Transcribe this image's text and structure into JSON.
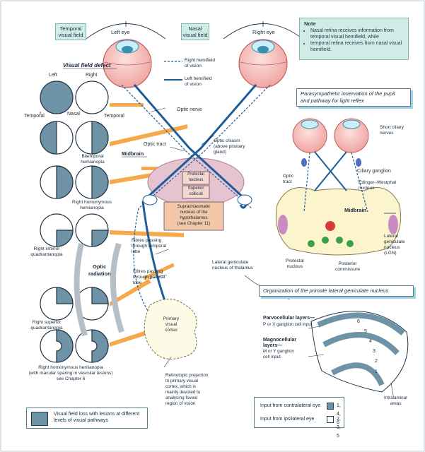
{
  "fields": {
    "temporal": "Temporal\nvisual field",
    "nasal": "Nasal\nvisual field"
  },
  "eyes": {
    "left": "Left eye",
    "right": "Right eye"
  },
  "note": {
    "heading": "Note",
    "items": [
      "Nasal retina receives information from temporal visual hemifield, while",
      "temporal retina receives from nasal visual hemifield."
    ]
  },
  "hemifield_legend": {
    "right": "Right hemifield\nof vision",
    "left": "Left hemifield\nof vision"
  },
  "defects": {
    "title": "Visual field defect",
    "left": "Left",
    "right": "Right",
    "temporal_l": "Temporal",
    "nasal": "Nasal",
    "temporal_r": "Temporal",
    "bitemporal": "Bitemporal\nhemianopia",
    "homonymous": "Right homonymous\nhemianopia",
    "inferior": "Right inferior\nquadrantanopia",
    "superior": "Right superior\nquadrantanopia",
    "macular": "Right homonymous hemianopia\n(with macular sparing in vascular lesions)\nsee Chapter 6"
  },
  "pathway": {
    "optic_nerve": "Optic nerve",
    "optic_tract": "Optic tract",
    "optic_chiasm": "Optic chiasm\n(above pituitary\ngland)",
    "midbrain": "Midbrain",
    "pretectal": "Pretectal\nnucleus",
    "superior_colliculi": "Superior\ncolliculi",
    "suprachiasmatic": "Suprachiasmatic\nnucleus of the\nhypothalamus\n(see Chapter 11)",
    "optic_radiation": "Optic\nradiation",
    "fibres_temporal": "Fibres passing\nthrough temporal\nlobe",
    "fibres_parietal": "Fibres passing\nthrough parietal\nlobe",
    "lgn_thalamus": "Lateral geniculate\nnucleus of thalamus",
    "primary_cortex": "Primary\nvisual\ncortex",
    "retinotopic": "Retinotopic projection\nto primary visual\ncortex, which is\nmainly devoted to\nanalysing foveal\nregion of vision"
  },
  "para": {
    "title": "Parasympathetic innervation of the pupil\nand pathway for light reflex",
    "short_ciliary": "Short ciliary\nnerves",
    "ciliary_ganglion": "Ciliary ganglion",
    "optic_tract": "Optic\ntract",
    "edinger": "Edinger–Westphal\nnucleus",
    "midbrain": "Midbrain",
    "lgn": "Lateral\ngeniculate\nnucleus\n(LGN)",
    "pretectal": "Pretectal\nnucleus",
    "posterior": "Posterior\ncommissure"
  },
  "lgn_org": {
    "title": "Organization of the primate lateral geniculate nucleus",
    "parvo": "Parvocellular layers—",
    "parvo_sub": "P or X ganglion cell input",
    "magno": "Magnocellular\nlayers—",
    "magno_sub": "M or Y ganglion\ncell input",
    "intralaminar": "Intralaminar\nareas",
    "layer_nums": [
      "6",
      "5",
      "4",
      "3",
      "2",
      "1"
    ],
    "contra": "Input from contralateral eye",
    "contra_n": "1, 4, 6",
    "ipsi": "Input from ipsilateral eye",
    "ipsi_n": "2, 3, 5"
  },
  "legend": {
    "text": "Visual field loss with lesions at different levels of visual pathways"
  },
  "colors": {
    "accent": "#f5a94a",
    "blue": "#1e5c9a",
    "fill": "#6f93a6",
    "note_bg": "#cfece6",
    "mid_pink": "#e6c3d0"
  }
}
